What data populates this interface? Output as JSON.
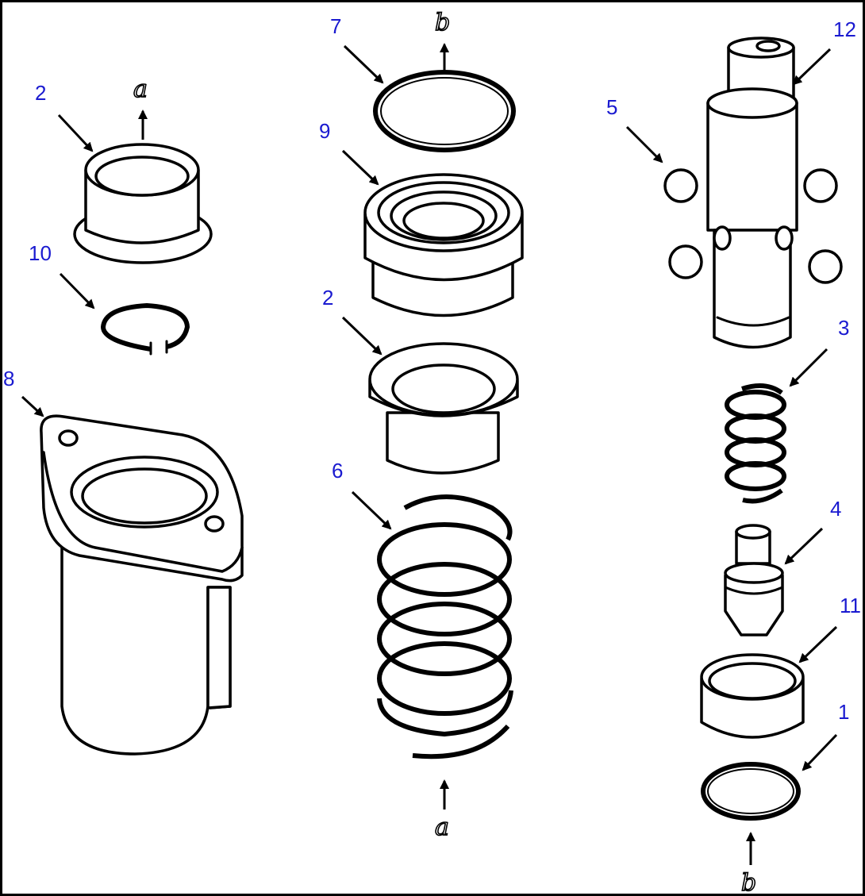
{
  "labels": {
    "p12": "12",
    "p7": "7",
    "p2a": "2",
    "p9": "9",
    "p5": "5",
    "p10": "10",
    "p2b": "2",
    "p3": "3",
    "p8": "8",
    "p6": "6",
    "p4": "4",
    "p11": "11",
    "p1": "1"
  },
  "refs": {
    "a1": "a",
    "b1": "b",
    "a2": "a",
    "b2": "b"
  },
  "colors": {
    "label": "#1a1ad0",
    "line": "#000000"
  }
}
